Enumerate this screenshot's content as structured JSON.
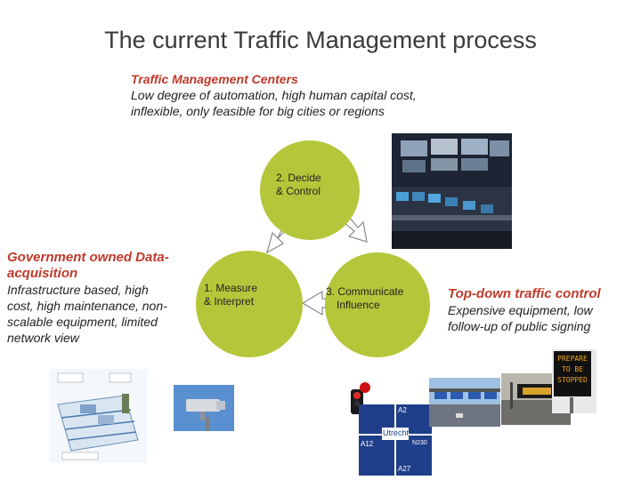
{
  "title": "The current Traffic Management process",
  "tmc": {
    "heading": "Traffic Management Centers",
    "line1": "Low degree of automation, high human capital cost,",
    "line2": "inflexible, only feasible for big cities or regions"
  },
  "government": {
    "heading1": "Government owned Data-",
    "heading2": "acquisition",
    "line1": "Infrastructure based, high",
    "line2": "cost, high maintenance, non-",
    "line3": "scalable equipment, limited",
    "line4": "network view"
  },
  "topdown": {
    "heading": "Top-down traffic control",
    "line1": "Expensive equipment, low",
    "line2": "follow-up of public signing"
  },
  "cycle": {
    "decide_1": "2. Decide",
    "decide_2": "& Control",
    "measure_1": "1. Measure",
    "measure_2": "& Interpret",
    "communicate_1": "3. Communicate",
    "communicate_2": "Influence",
    "circle_color": "#b5c63a"
  },
  "images": {
    "vms_sign_1": "PREPARE",
    "vms_sign_2": "TO BE",
    "vms_sign_3": "STOPPED",
    "road_sign_center": "Utrecht",
    "road_sign_top": "A2",
    "road_sign_bottom": "A27",
    "road_sign_left": "A12",
    "road_sign_right": "N230"
  }
}
